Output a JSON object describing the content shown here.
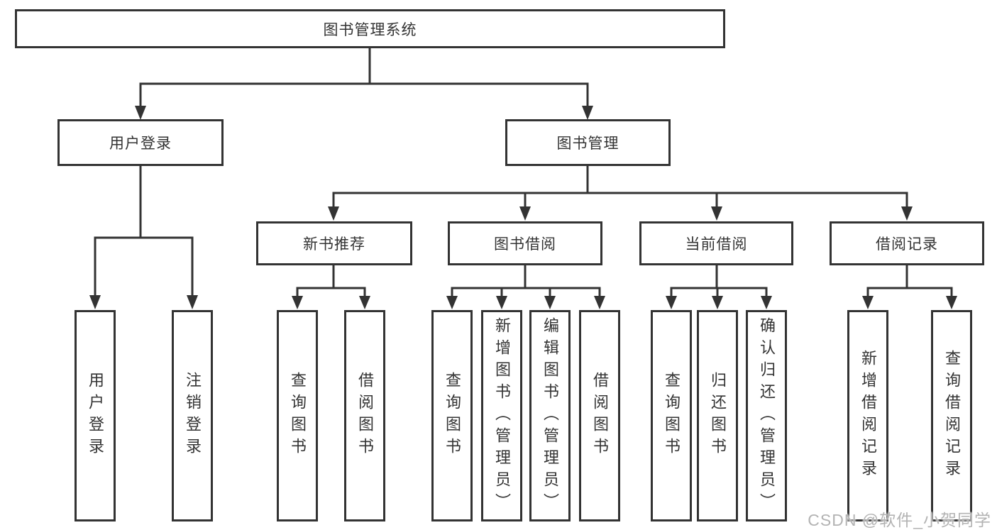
{
  "diagram": {
    "root": {
      "label": "图书管理系统"
    },
    "user_login": {
      "label": "用户登录",
      "children": [
        "用户登录",
        "注销登录"
      ]
    },
    "book_mgmt": {
      "label": "图书管理",
      "groups": [
        {
          "label": "新书推荐",
          "children": [
            "查询图书",
            "借阅图书"
          ]
        },
        {
          "label": "图书借阅",
          "children": [
            "查询图书",
            "新增图书（管理员）",
            "编辑图书（管理员）",
            "借阅图书"
          ]
        },
        {
          "label": "当前借阅",
          "children": [
            "查询图书",
            "归还图书",
            "确认归还（管理员）"
          ]
        },
        {
          "label": "借阅记录",
          "children": [
            "新增借阅记录",
            "查询借阅记录"
          ]
        }
      ]
    }
  },
  "watermark": {
    "text": "CSDN @软件_小贺同学",
    "color": "#b3b3b3"
  },
  "colors": {
    "line": "#333333",
    "box_border": "#333333",
    "text": "#333333",
    "background": "#ffffff"
  }
}
